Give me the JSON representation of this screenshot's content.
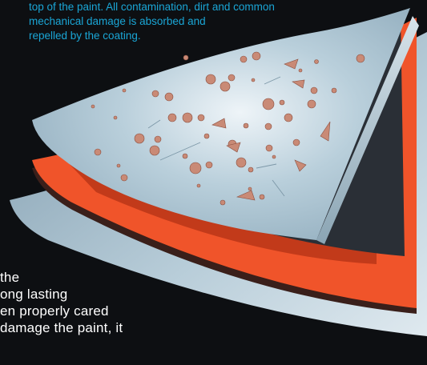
{
  "caption": {
    "lines": [
      "top of the paint. All contamination, dirt and common",
      "mechanical damage is absorbed and",
      "repelled by the coating."
    ],
    "color": "#1aa6d6"
  },
  "body_text": {
    "lines": [
      "the",
      "ong  lasting",
      "en properly cared",
      "damage the paint, it"
    ],
    "color": "#ffffff"
  },
  "colors": {
    "background": "#0d0f12",
    "coating_top": "#a9c3d1",
    "paint_layer": "#f0542a",
    "base_layer": "#9fb6c4",
    "particles": "#c98a76"
  }
}
